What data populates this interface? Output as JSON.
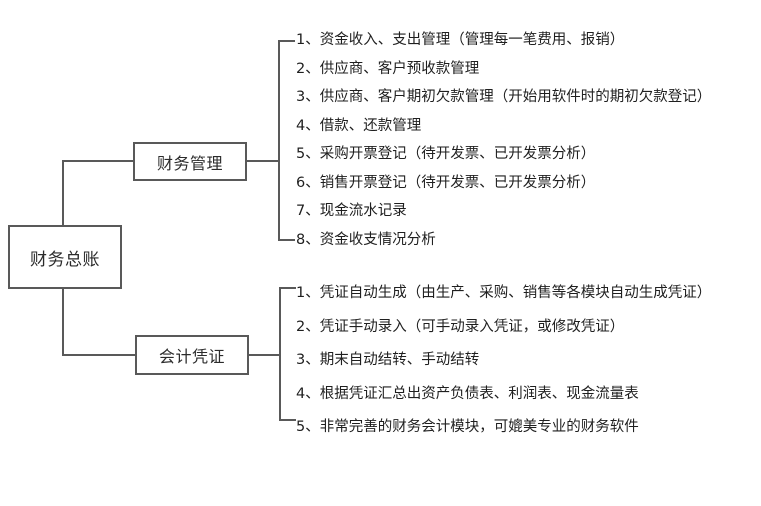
{
  "diagram": {
    "type": "mind-map",
    "title": "财务总账",
    "colors": {
      "line": "#595959",
      "box_border": "#595959",
      "text": "#1f1f1f",
      "background": "#ffffff"
    },
    "root": {
      "label": "财务总账"
    },
    "branches": [
      {
        "label": "财务管理",
        "items": [
          "1、资金收入、支出管理（管理每一笔费用、报销）",
          "2、供应商、客户预收款管理",
          "3、供应商、客户期初欠款管理（开始用软件时的期初欠款登记）",
          "4、借款、还款管理",
          "5、采购开票登记（待开发票、已开发票分析）",
          "6、销售开票登记（待开发票、已开发票分析）",
          "7、现金流水记录",
          "8、资金收支情况分析"
        ]
      },
      {
        "label": "会计凭证",
        "items": [
          "1、凭证自动生成（由生产、采购、销售等各模块自动生成凭证）",
          "2、凭证手动录入（可手动录入凭证，或修改凭证）",
          "3、期末自动结转、手动结转",
          "4、根据凭证汇总出资产负债表、利润表、现金流量表",
          "5、非常完善的财务会计模块，可媲美专业的财务软件"
        ]
      }
    ]
  }
}
